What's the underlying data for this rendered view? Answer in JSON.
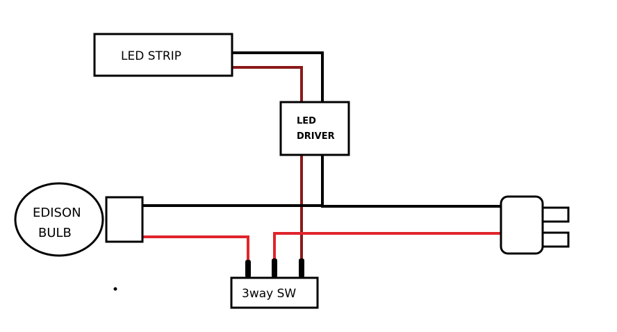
{
  "components": {
    "led_strip": {
      "label": "LED STRIP"
    },
    "led_driver": {
      "line1": "LED",
      "line2": "DRIVER"
    },
    "edison_bulb": {
      "line1": "EDISON",
      "line2": "BULB"
    },
    "switch": {
      "label": "3way SW"
    }
  },
  "colors": {
    "neutral_wire": "#000000",
    "switched_wire": "#e0242b",
    "driver_wire": "#8b1a1a",
    "background": "#ffffff"
  }
}
